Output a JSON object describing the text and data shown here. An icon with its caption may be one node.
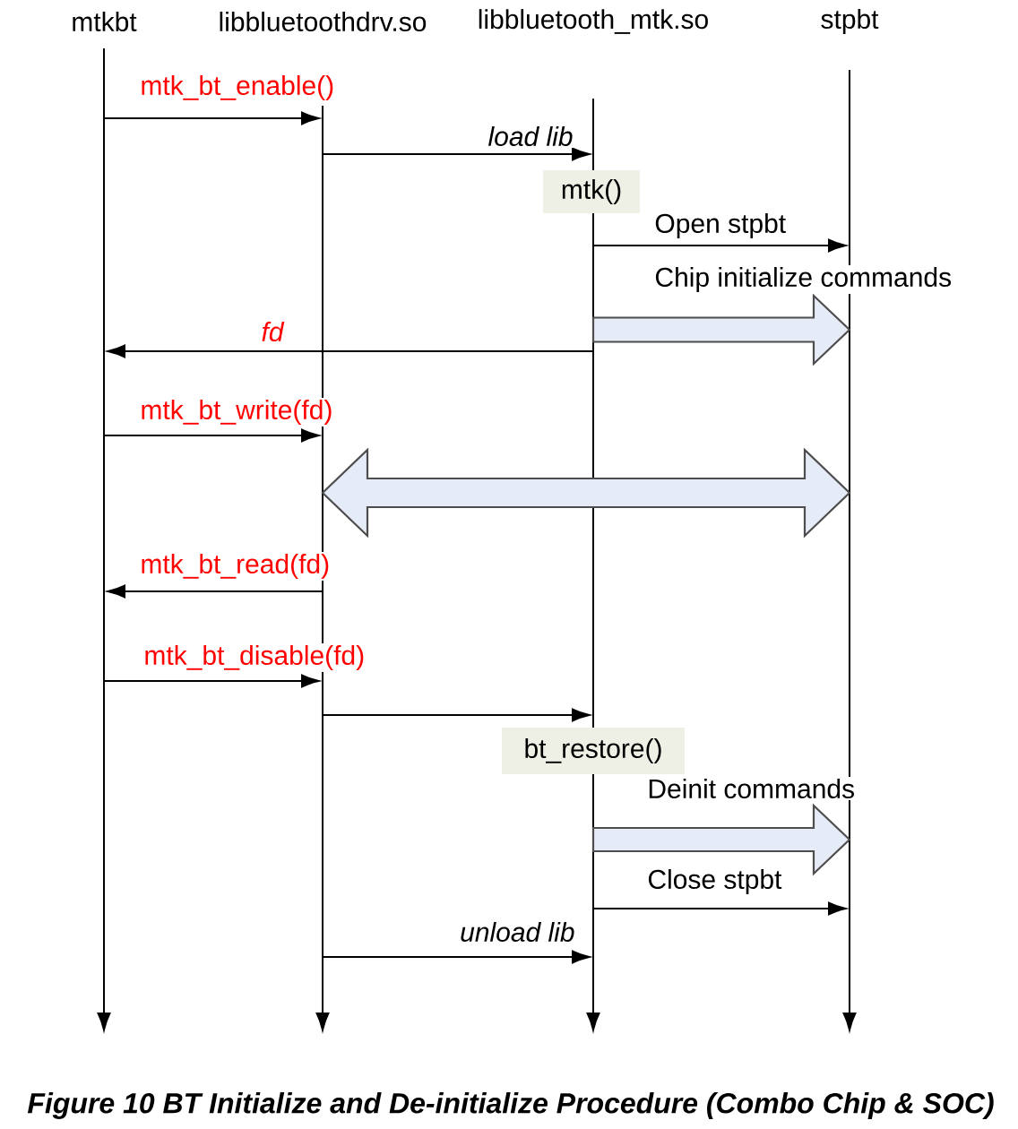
{
  "diagram": {
    "caption": "Figure 10 BT Initialize and De-initialize Procedure (Combo Chip & SOC)",
    "nodes": [
      {
        "text": [],
        "shape": "line",
        "beside": [
          "mtkbt"
        ]
      },
      {
        "text": [],
        "shape": "line",
        "beside": [
          "libbluetoothdrv.so"
        ]
      },
      {
        "text": [],
        "shape": "line",
        "beside": [
          "libbluetooth_mtk.so"
        ]
      },
      {
        "text": [],
        "shape": "line",
        "beside": [
          "stpbt"
        ]
      },
      {
        "text": [
          "mtk()"
        ]
      },
      {
        "text": [
          "bt_restore()"
        ]
      }
    ],
    "edges": [
      {
        "from": 0,
        "to": 1,
        "arrow": "to",
        "label": "mtk_bt_enable()"
      },
      {
        "from": 1,
        "to": 2,
        "arrow": "to",
        "label": "load lib"
      },
      {
        "from": 2,
        "to": 3,
        "arrow": "to",
        "label": "Open stpbt"
      },
      {
        "from": 2,
        "to": 3,
        "arrow": "to",
        "style": "thick",
        "label": "Chip initialize commands"
      },
      {
        "from": 2,
        "to": 0,
        "arrow": "to",
        "label": "fd"
      },
      {
        "from": 0,
        "to": 1,
        "arrow": "to",
        "label": "mtk_bt_write(fd)"
      },
      {
        "from": 1,
        "to": 3,
        "arrow": "both",
        "style": "thick"
      },
      {
        "from": 1,
        "to": 0,
        "arrow": "to",
        "label": "mtk_bt_read(fd)"
      },
      {
        "from": 0,
        "to": 1,
        "arrow": "to",
        "label": "mtk_bt_disable(fd)"
      },
      {
        "from": 1,
        "to": 2,
        "arrow": "to"
      },
      {
        "from": 2,
        "to": 3,
        "arrow": "to",
        "style": "thick",
        "label": "Deinit commands"
      },
      {
        "from": 2,
        "to": 3,
        "arrow": "to",
        "label": "Close stpbt"
      },
      {
        "from": 1,
        "to": 2,
        "arrow": "to",
        "label": "unload lib"
      }
    ]
  }
}
